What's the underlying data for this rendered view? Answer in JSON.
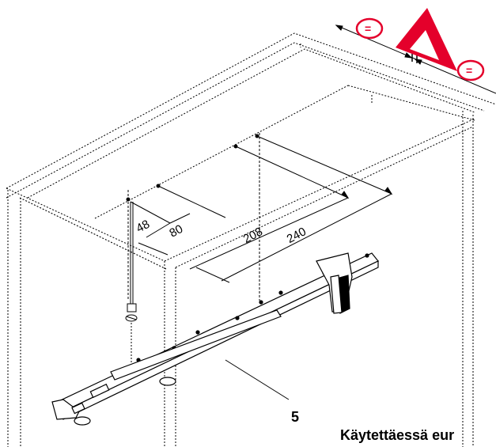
{
  "diagram": {
    "dimensions": {
      "d48": "48",
      "d80": "80",
      "d208": "208",
      "d240": "240"
    },
    "part_number": "5",
    "caption": "Käytettäessä eur",
    "equal_marker": "=",
    "colors": {
      "warning_red": "#e4002b",
      "line": "#000000"
    },
    "icons": [
      "warning-triangle-icon",
      "equal-sign-icon",
      "screw-icon"
    ]
  }
}
